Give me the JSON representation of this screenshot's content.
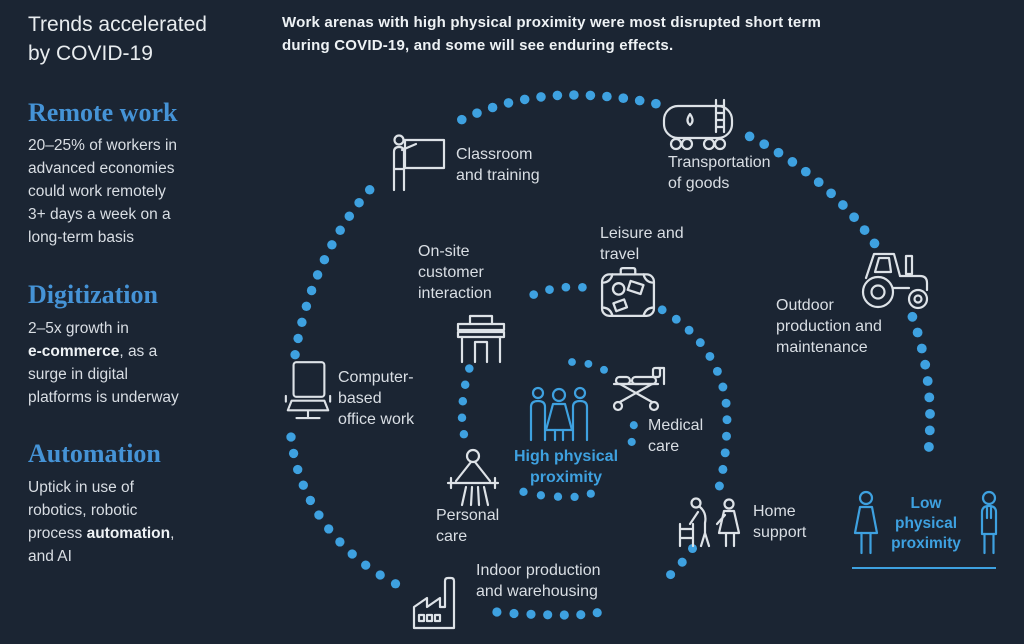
{
  "colors": {
    "background": "#1b2533",
    "accent": "#3ea1e0",
    "heading_blue": "#4593d6",
    "body_text": "#d9dee4",
    "bright_text": "#eef2f5",
    "icon_stroke": "#dde2e7"
  },
  "sidebar": {
    "title": "Trends accelerated\nby COVID-19",
    "sections": [
      {
        "heading": "Remote work",
        "body": [
          {
            "t": "20–25% of workers in\nadvanced economies\ncould work remotely\n3+ days a week on a\nlong-term basis"
          }
        ]
      },
      {
        "heading": "Digitization",
        "body": [
          {
            "t": "2–5x growth in\n"
          },
          {
            "t": "e-commerce",
            "b": true
          },
          {
            "t": ", as a\nsurge in digital\nplatforms is underway"
          }
        ]
      },
      {
        "heading": "Automation",
        "body": [
          {
            "t": "Uptick in use of\nrobotics, robotic\nprocess "
          },
          {
            "t": "automation",
            "b": true
          },
          {
            "t": ",\nand AI"
          }
        ]
      }
    ]
  },
  "header": {
    "text": "Work arenas with high physical proximity were most disrupted short term\nduring COVID-19, and some will see enduring effects."
  },
  "diagram": {
    "center": {
      "label": "High physical\nproximity"
    },
    "low": {
      "label": "Low\nphysical\nproximity"
    },
    "nodes": {
      "classroom": {
        "label": "Classroom\nand training"
      },
      "transport": {
        "label": "Transportation\nof goods"
      },
      "onsite": {
        "label": "On-site\ncustomer\ninteraction"
      },
      "leisure": {
        "label": "Leisure and\ntravel"
      },
      "outdoor": {
        "label": "Outdoor\nproduction and\nmaintenance"
      },
      "computer": {
        "label": "Computer-\nbased\noffice work"
      },
      "medical": {
        "label": "Medical\ncare"
      },
      "personal": {
        "label": "Personal\ncare"
      },
      "home": {
        "label": "Home\nsupport"
      },
      "indoor": {
        "label": "Indoor production\nand warehousing"
      }
    }
  }
}
